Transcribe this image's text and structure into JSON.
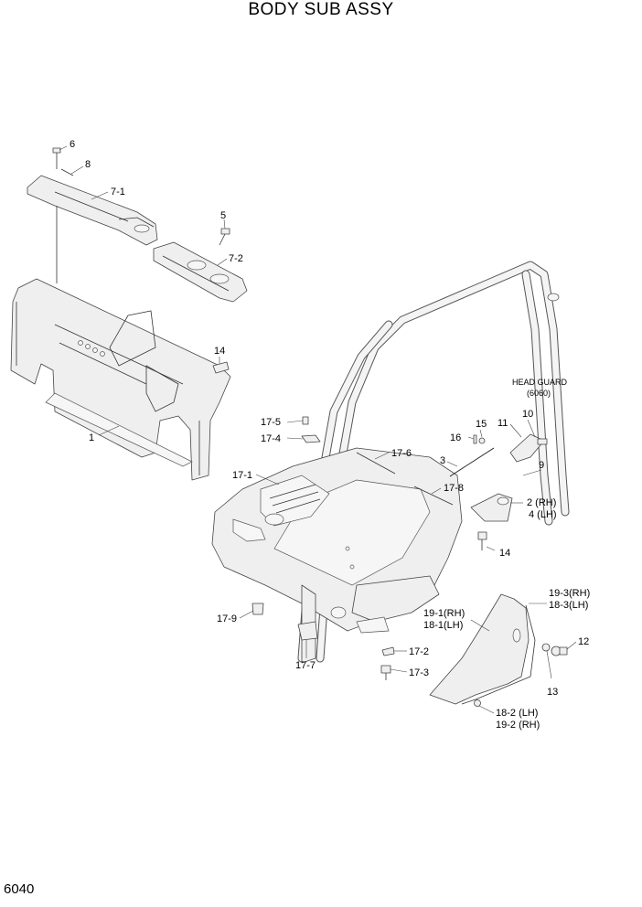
{
  "title": "BODY SUB ASSY",
  "page_number": "6040",
  "head_guard_note": {
    "line1": "HEAD GUARD",
    "line2": "(6060)"
  },
  "labels": {
    "p6": "6",
    "p8": "8",
    "p7_1": "7-1",
    "p5": "5",
    "p7_2": "7-2",
    "p14a": "14",
    "p1": "1",
    "p17_5": "17-5",
    "p17_4": "17-4",
    "p17_1": "17-1",
    "p17_6": "17-6",
    "p17_8": "17-8",
    "p16": "16",
    "p15": "15",
    "p3": "3",
    "p11": "11",
    "p10": "10",
    "p9": "9",
    "p2_rh": "2 (RH)",
    "p4_lh": "4 (LH)",
    "p14b": "14",
    "p17_9": "17-9",
    "p17_7": "17-7",
    "p17_2": "17-2",
    "p17_3": "17-3",
    "p19_1_rh": "19-1(RH)",
    "p18_1_lh": "18-1(LH)",
    "p19_3_rh": "19-3(RH)",
    "p18_3_lh": "18-3(LH)",
    "p12": "12",
    "p13": "13",
    "p18_2_lh": "18-2 (LH)",
    "p19_2_rh": "19-2 (RH)"
  }
}
